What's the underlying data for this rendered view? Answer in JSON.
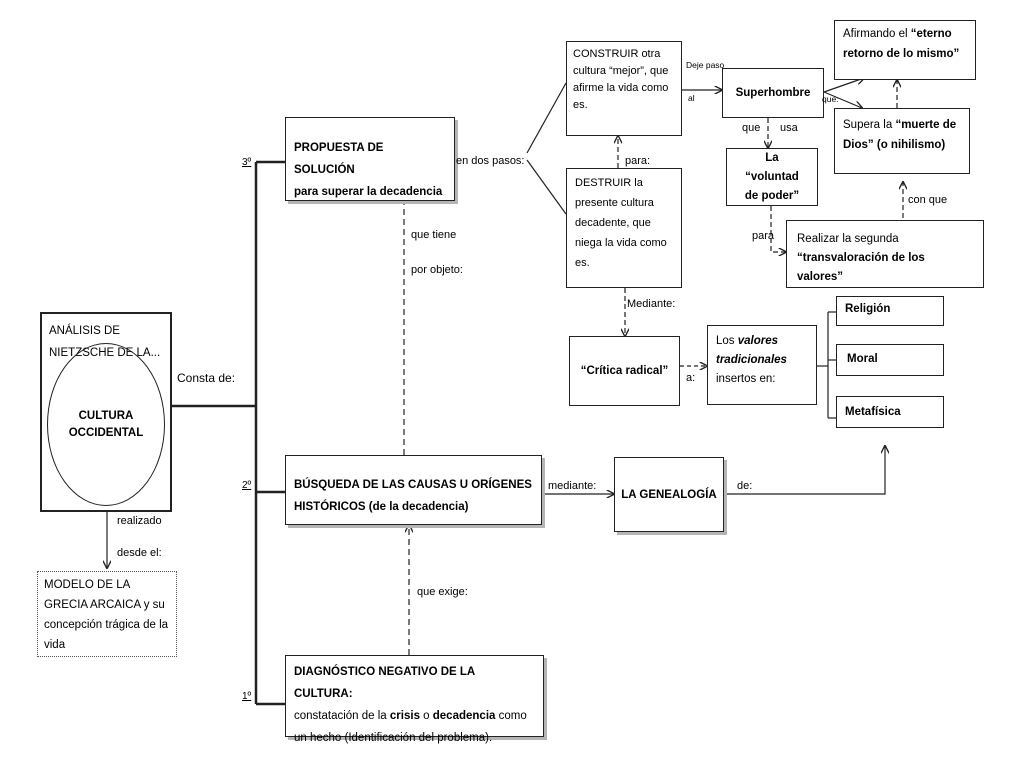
{
  "boxes": {
    "analisis": "ANÁLISIS DE NIETZSCHE DE LA...",
    "cultura": "CULTURA OCCIDENTAL",
    "modelo": "MODELO DE LA GRECIA ARCAICA y su concepción trágica de la vida",
    "propuesta": {
      "title": "PROPUESTA DE SOLUCIÓN",
      "subtitle": "para superar la decadencia"
    },
    "busqueda": {
      "title": "BÚSQUEDA DE LAS CAUSAS U ORÍGENES HISTÓRICOS",
      "subtitle": "(de la decadencia)"
    },
    "diagnostico": {
      "title": "DIAGNÓSTICO NEGATIVO DE LA CULTURA:",
      "line1a": "constatación de la ",
      "crisis": "crisis",
      "o": " o ",
      "decadencia": "decadencia",
      "line1b": " como",
      "line2": "un hecho (Identificación del problema)."
    },
    "construir": "CONSTRUIR otra cultura “mejor”, que afirme la vida como es.",
    "destruir": "DESTRUIR la presente cultura decadente, que niega la vida como es.",
    "superhombre": "Superhombre",
    "voluntad": "La “voluntad de poder”",
    "afirmando": {
      "plain": "Afirmando el ",
      "bold": "“eterno retorno de lo mismo”"
    },
    "supera": {
      "plain": "Supera la ",
      "bold": "“muerte de Dios” (o nihilismo)"
    },
    "transvaloracion": {
      "plain": "Realizar la segunda",
      "bold": "“transvaloración de los valores”"
    },
    "critica": "“Crítica radical”",
    "valores": {
      "plain1": "Los ",
      "italic": "valores tradicionales",
      "plain2": " insertos en:"
    },
    "religion": "Religión",
    "moral": "Moral",
    "metafisica": "Metafísica",
    "genealogia": "LA GENEALOGÍA"
  },
  "labels": {
    "consta": "Consta de:",
    "realizado": "realizado",
    "desde": "desde el:",
    "n3": "3º",
    "n2": "2º",
    "n1": "1º",
    "queTiene": "que tiene",
    "porObjeto": "por objeto:",
    "queExige": "que exige:",
    "enDosPasos": "en dos pasos:",
    "para": "para:",
    "dejePaso": "Deje paso",
    "al": "al",
    "que1": "que:",
    "que2": "que",
    "usa": "usa",
    "paraTrans": "para",
    "conQue": "con que",
    "mediante": "Mediante:",
    "a": "a:",
    "mediante2": "mediante:",
    "de": "de:"
  }
}
